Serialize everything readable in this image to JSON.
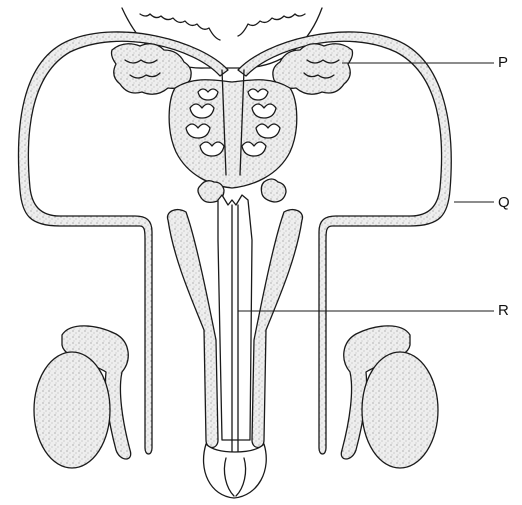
{
  "labels": {
    "p": "P",
    "q": "Q",
    "r": "R"
  },
  "colors": {
    "ink": "#1a1a1a",
    "fill": "#e6e6e6",
    "stipple": "#9a9a9a",
    "background": "#ffffff"
  }
}
